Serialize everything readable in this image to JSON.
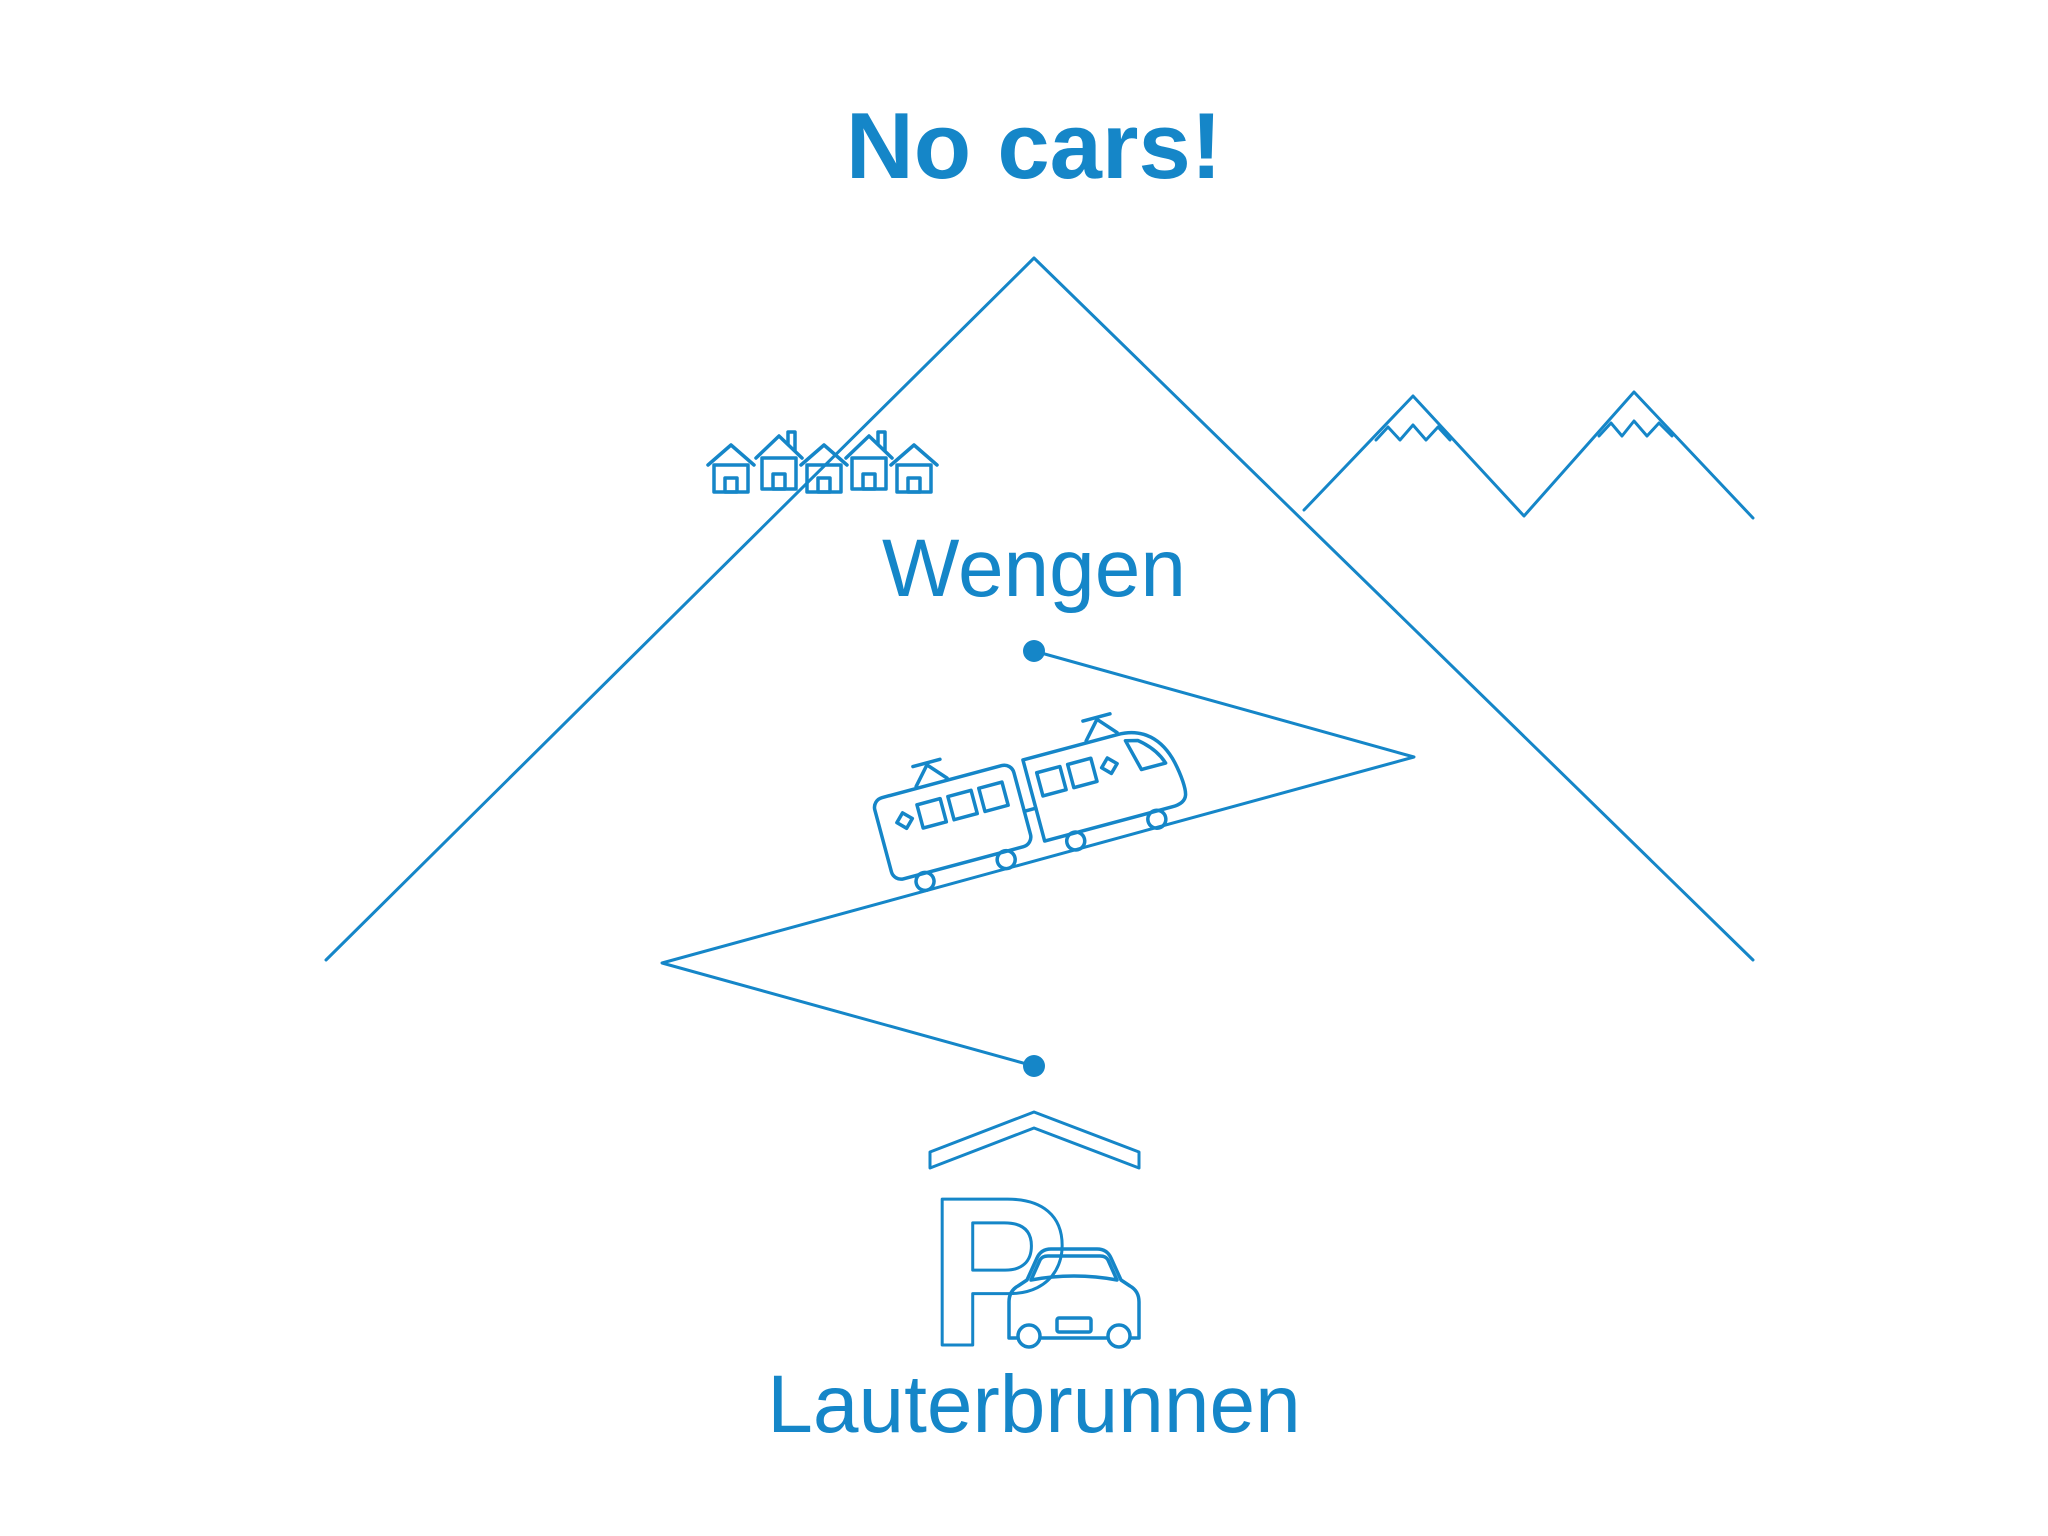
{
  "title": "No cars!",
  "labels": {
    "upper_village": "Wengen",
    "lower_village": "Lauterbrunnen"
  },
  "parking": {
    "letter": "P"
  },
  "icons": {
    "big_mountain": "mountain-outline-icon",
    "mountain_range": "twin-peaks-icon",
    "snow_caps": "snow-cap-icon",
    "houses": "house-icon",
    "railway": "zigzag-railway-line",
    "train": "cogwheel-train-icon",
    "station_dots": "station-dot",
    "parking_garage": "parking-garage-icon",
    "car": "car-icon"
  },
  "colors": {
    "blue": "#1586c8",
    "background": "#ffffff"
  }
}
